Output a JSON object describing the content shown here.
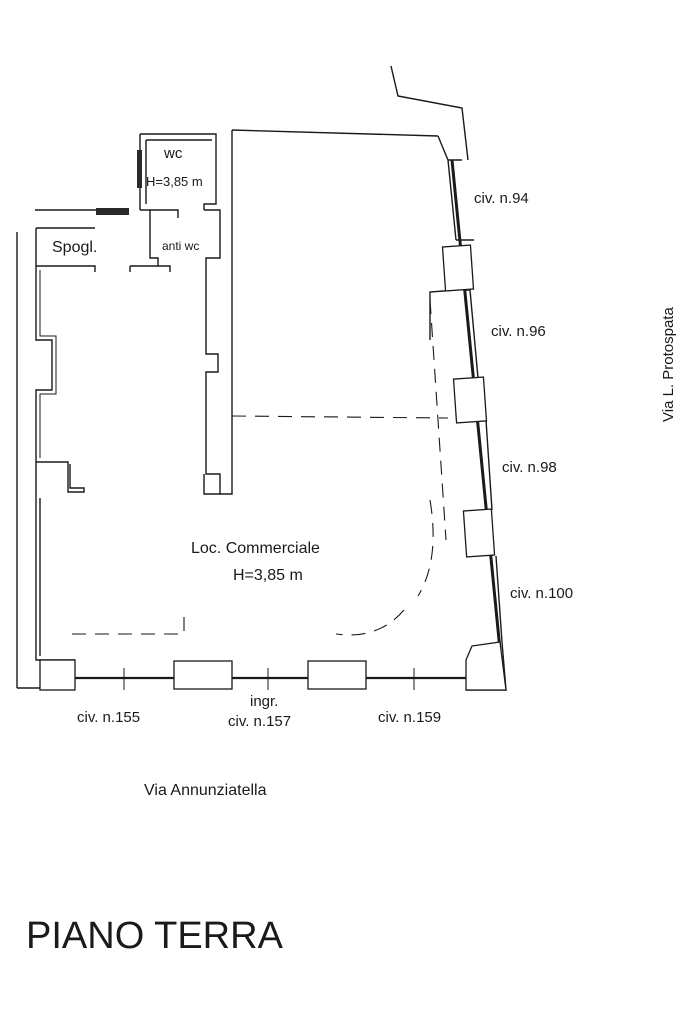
{
  "plan": {
    "title": "PIANO TERRA",
    "rooms": {
      "wc": {
        "name": "wc",
        "height": "H=3,85 m"
      },
      "spogl": {
        "name": "Spogl."
      },
      "anti_wc": {
        "name": "anti wc"
      },
      "commercial": {
        "name": "Loc. Commerciale",
        "height": "H=3,85 m"
      }
    },
    "streets": {
      "bottom": "Via Annunziatella",
      "right": "Via L. Protospata"
    },
    "entrance": "ingr.",
    "civics": {
      "n94": "civ. n.94",
      "n96": "civ. n.96",
      "n98": "civ. n.98",
      "n100": "civ. n.100",
      "n155": "civ. n.155",
      "n157": "civ. n.157",
      "n159": "civ. n.159"
    }
  }
}
